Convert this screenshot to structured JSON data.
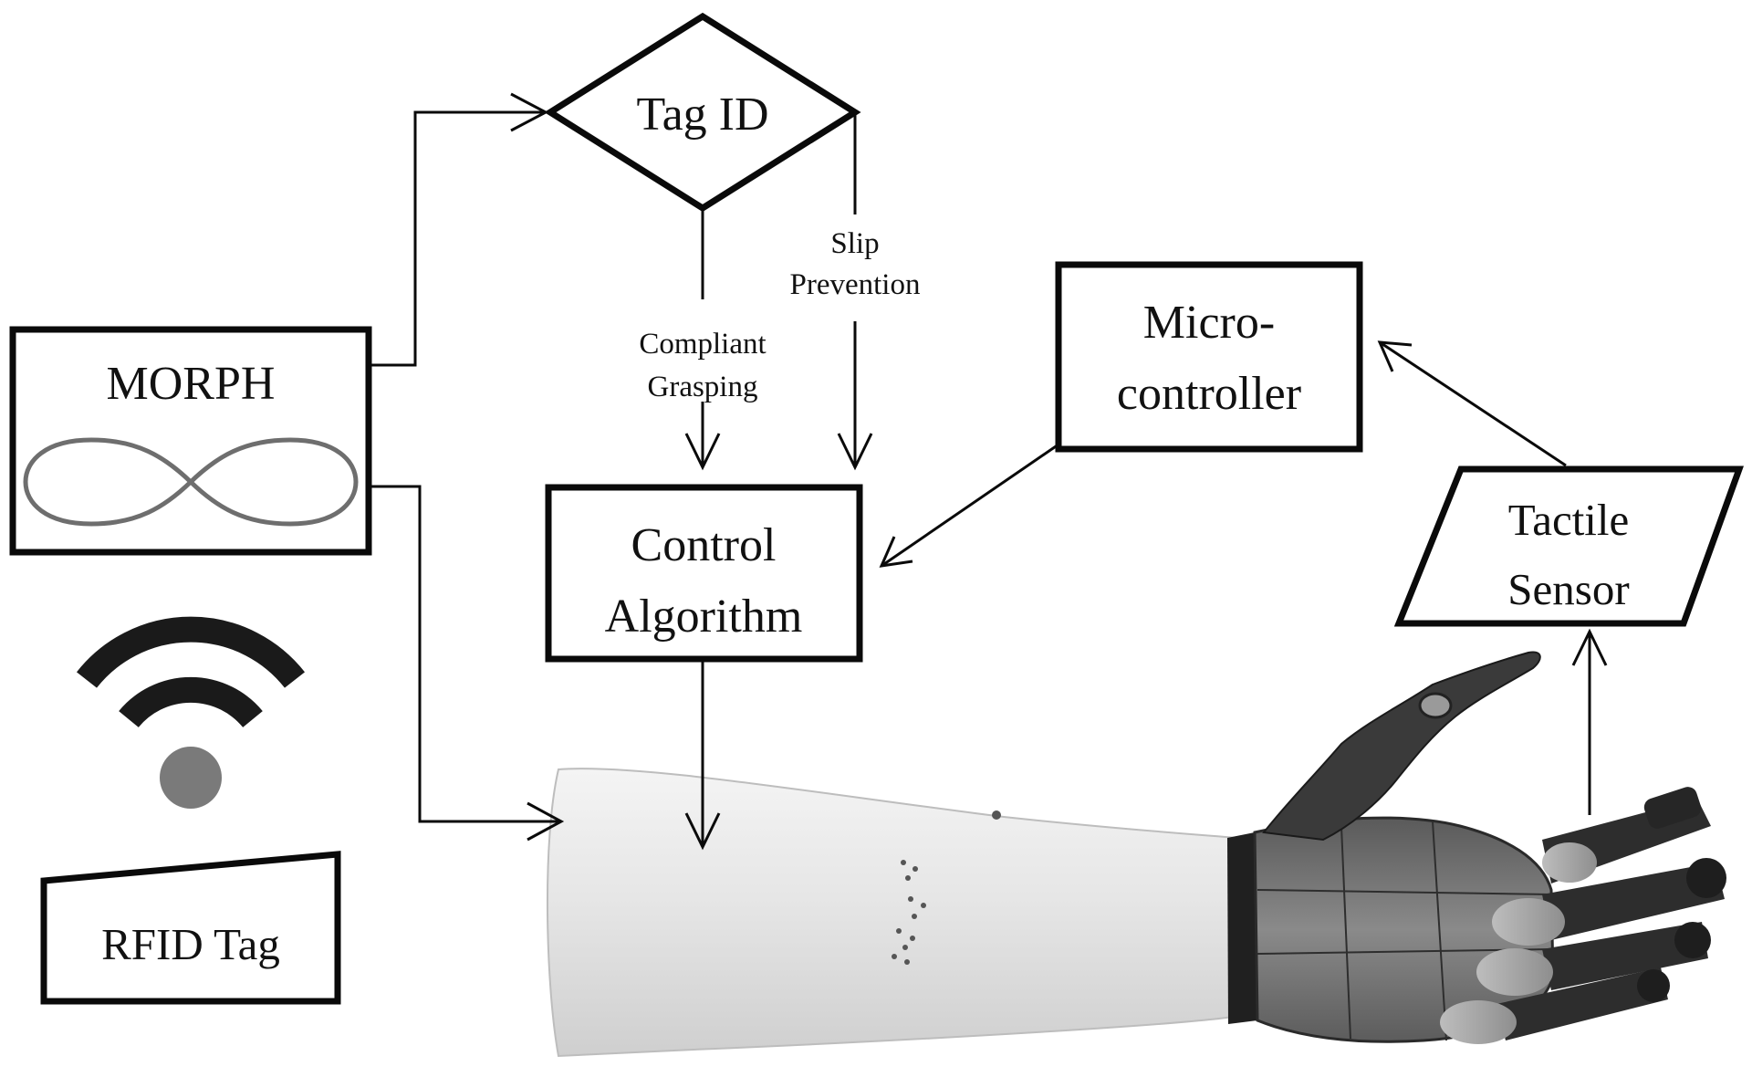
{
  "diagram": {
    "nodes": {
      "tag_id": "Tag ID",
      "morph": "MORPH",
      "control_line1": "Control",
      "control_line2": "Algorithm",
      "micro_line1": "Micro-",
      "micro_line2": "controller",
      "tactile_line1": "Tactile",
      "tactile_line2": "Sensor",
      "rfid": "RFID Tag"
    },
    "edge_labels": {
      "compliant_line1": "Compliant",
      "compliant_line2": "Grasping",
      "slip_line1": "Slip",
      "slip_line2": "Prevention"
    },
    "colors": {
      "stroke": "#0a0a0a",
      "infinity_symbol": "#6e6e6e",
      "wifi_arcs": "#1a1a1a",
      "wifi_dot": "#7a7a7a",
      "arm_shell": "#e2e2e2",
      "hand_dark": "#3a3a3a"
    },
    "icons": {
      "morph_symbol": "infinity-icon",
      "wireless": "wifi-signal-icon",
      "limb": "prosthetic-arm-illustration"
    }
  }
}
